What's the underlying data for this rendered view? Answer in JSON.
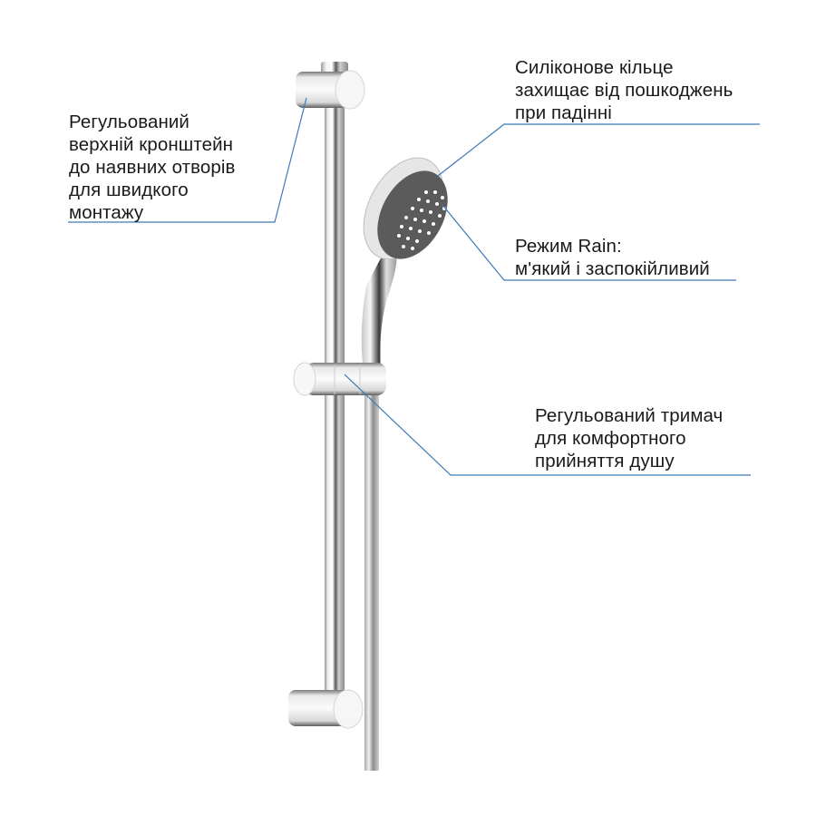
{
  "colors": {
    "leader_line": "#3d7ab8",
    "text": "#1a1a1a",
    "chrome_light": "#f4f4f4",
    "chrome_dark": "#6e6e6e",
    "shower_face": "#5b5b5b",
    "background": "#ffffff"
  },
  "callouts": {
    "top_bracket": {
      "lines": [
        "Регульований",
        "верхній кронштейн",
        "до наявних отворів",
        "для швидкого",
        "монтажу"
      ]
    },
    "silicone_ring": {
      "lines": [
        "Силіконове кільце",
        "захищає від пошкоджень",
        "при падінні"
      ]
    },
    "rain_mode": {
      "lines": [
        "Режим Rain:",
        "м'який і заспокійливий"
      ]
    },
    "holder": {
      "lines": [
        "Регульований тримач",
        "для комфортного",
        "прийняття душу"
      ]
    }
  },
  "product": {
    "parts": [
      "top-bracket",
      "rail",
      "slider-holder",
      "hand-shower",
      "hose",
      "bottom-bracket"
    ]
  }
}
